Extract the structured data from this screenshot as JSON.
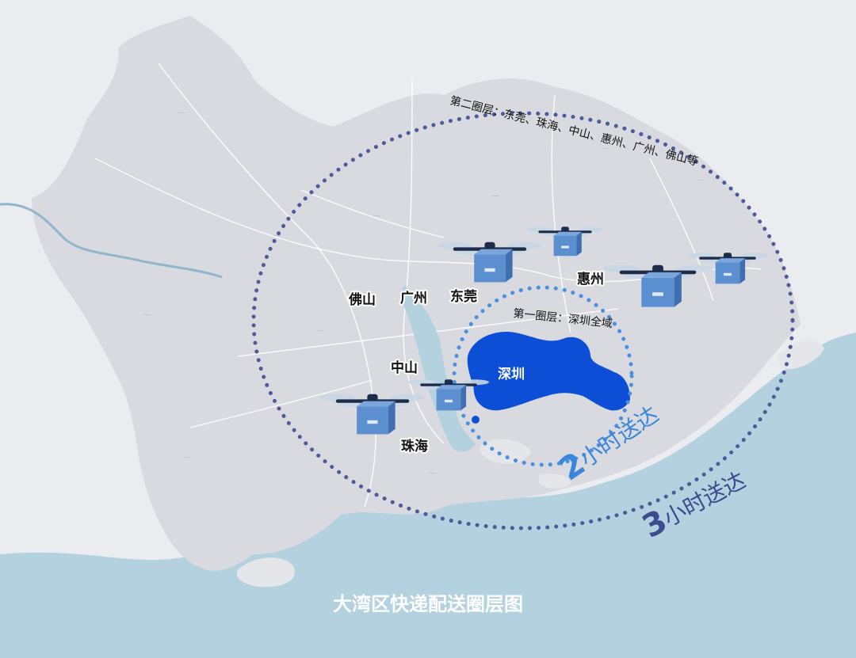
{
  "title": "大湾区快递配送圈层图",
  "rings": {
    "outer_label": "第二圈层：东莞、珠海、中山、惠州、广州、佛山等",
    "inner_label": "第一圈层：深圳全域",
    "inner_time_num": "2",
    "inner_time_text": "小时送达",
    "outer_time_num": "3",
    "outer_time_text": "小时送达"
  },
  "cities": {
    "foshan": "佛山",
    "guangzhou": "广州",
    "dongguan": "东莞",
    "huizhou": "惠州",
    "shenzhen": "深圳",
    "zhongshan": "中山",
    "zhuhai": "珠海"
  },
  "colors": {
    "sea": "#b3d1de",
    "land": "#d9dbdf",
    "shenzhen": "#0c4fd6",
    "inner_ring": "#4a8fe0",
    "outer_ring": "#4d5b9a",
    "drone_box": "#5b8fd0"
  },
  "icons": [
    "drone-icon"
  ]
}
